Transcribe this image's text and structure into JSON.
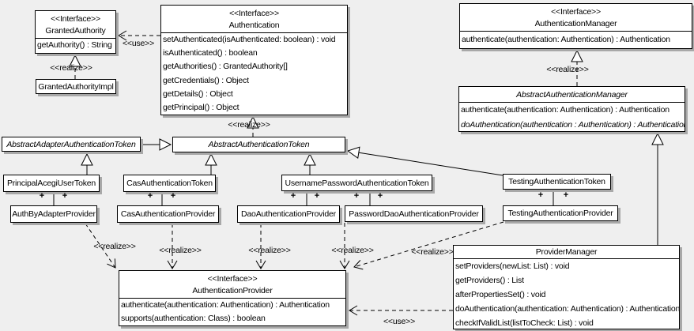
{
  "labels": {
    "interface_stereotype": "<<Interface>>",
    "realize": "<<realize>>",
    "use": "<<use>>",
    "plus": "+"
  },
  "colors": {
    "background": "#efefef",
    "box_fill": "#ffffff",
    "box_border": "#000000",
    "box_shadow": "#a8a8a8",
    "text": "#000000"
  },
  "classes": {
    "granted_authority": {
      "stereotype": "<<Interface>>",
      "name": "GrantedAuthority",
      "methods": [
        "getAuthority() : String"
      ]
    },
    "granted_authority_impl": {
      "name": "GrantedAuthorityImpl"
    },
    "authentication": {
      "stereotype": "<<Interface>>",
      "name": "Authentication",
      "methods": [
        "setAuthenticated(isAuthenticated: boolean) : void",
        "isAuthenticated() : boolean",
        "getAuthorities() : GrantedAuthority[]",
        "getCredentials() : Object",
        "getDetails() : Object",
        "getPrincipal() : Object"
      ]
    },
    "authentication_manager": {
      "stereotype": "<<Interface>>",
      "name": "AuthenticationManager",
      "methods": [
        "authenticate(authentication: Authentication) : Authentication"
      ]
    },
    "abstract_authentication_manager": {
      "name": "AbstractAuthenticationManager",
      "methods": [
        "authenticate(authentication: Authentication) : Authentication",
        "doAuthentication(authentication : Authentication) : Authentication"
      ]
    },
    "abstract_adapter_authentication_token": {
      "name": "AbstractAdapterAuthenticationToken"
    },
    "abstract_authentication_token": {
      "name": "AbstractAuthenticationToken"
    },
    "principal_acegi_user_token": {
      "name": "PrincipalAcegiUserToken"
    },
    "cas_authentication_token": {
      "name": "CasAuthenticationToken"
    },
    "username_password_authentication_token": {
      "name": "UsernamePasswordAuthenticationToken"
    },
    "testing_authentication_token": {
      "name": "TestingAuthenticationToken"
    },
    "auth_by_adapter_provider": {
      "name": "AuthByAdapterProvider"
    },
    "cas_authentication_provider": {
      "name": "CasAuthenticationProvider"
    },
    "dao_authentication_provider": {
      "name": "DaoAuthenticationProvider"
    },
    "password_dao_authentication_provider": {
      "name": "PasswordDaoAuthenticationProvider"
    },
    "testing_authentication_provider": {
      "name": "TestingAuthenticationProvider"
    },
    "authentication_provider": {
      "stereotype": "<<Interface>>",
      "name": "AuthenticationProvider",
      "methods": [
        "authenticate(authentication: Authentication) : Authentication",
        "supports(authentication: Class) : boolean"
      ]
    },
    "provider_manager": {
      "name": "ProviderManager",
      "methods": [
        "setProviders(newList: List) : void",
        "getProviders() : List",
        "afterPropertiesSet() : void",
        "doAuthentication(authentication: Authentication) : Authentication",
        "checkIfValidList(listToCheck: List) : void"
      ]
    }
  }
}
